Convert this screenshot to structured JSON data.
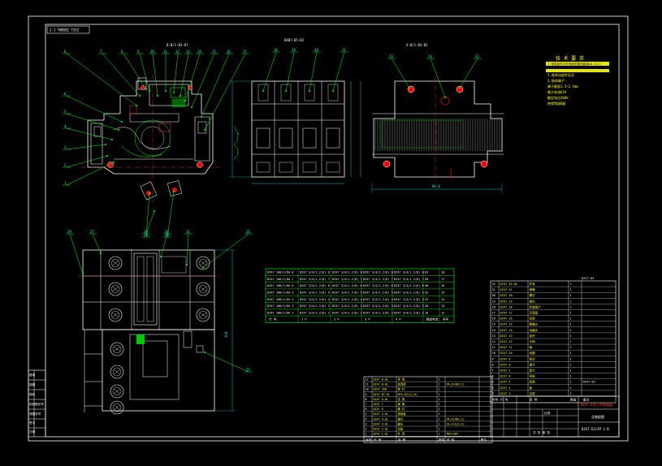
{
  "drawing": {
    "code_box": "2-1 TWBSB2 T2G2",
    "colors": {
      "background": "#000000",
      "frame": "#ffffff",
      "cyan": "#00ffff",
      "green": "#00ff00",
      "yellow": "#ffff00",
      "red": "#ff0000",
      "magenta": "#ff00ff",
      "blue": "#4040ff"
    }
  },
  "views": {
    "view1_title": "B-B/1-B3-07",
    "view2_title": "B4B7-B5-B2",
    "view3_title": "A-B/1-B3-B2"
  },
  "balloons_top": [
    "8",
    "7",
    "8",
    "9",
    "10",
    "11",
    "12",
    "13",
    "14",
    "15",
    "16",
    "17"
  ],
  "balloons_left": [
    "6",
    "5",
    "4",
    "3",
    "2",
    "1"
  ],
  "balloons_view2": [
    "18",
    "19",
    "20",
    "21"
  ],
  "balloons_view3": [
    "23",
    "24",
    "22"
  ],
  "balloons_bottom": [
    "29",
    "27",
    "28",
    "30",
    "31",
    "26"
  ],
  "balloons_view4_right": [
    "25"
  ],
  "balloons_view1_bottom": [
    "28",
    "29"
  ],
  "tech_requirements": {
    "title": "技 术 要 求",
    "lines": [
      "1.带电部件与外壳间的爬电距离≥6.3(2)",
      "2.各转动部件灵活",
      "3.接线端子:",
      "  端子截面1.5~2.5mm",
      "  最大电流63A",
      "  额定电压400V",
      "  绝缘等级B级"
    ]
  },
  "dims": {
    "view4_height": "104",
    "view3_width": "94.8"
  },
  "middle_table": {
    "rows": [
      [
        "DZ47 100/1/6A 8",
        "DZ47 3/4/1.2(D) 8",
        "DZ47 3/4/1.2(D) 8",
        "DZ47 3/4/1.2(D) 8",
        "DZ47 3/4/1.2(D) 8",
        "63",
        "18"
      ],
      [
        "DZ47 100/1/6A 7",
        "DZ47 3/4/1.2(D) 7",
        "DZ47 3/4/1.2(D) 7",
        "DZ47 3/4/1.2(D) 7",
        "DZ47 3/4/1.2(D) 7",
        "50",
        "17"
      ],
      [
        "DZ47 100/1/6A 6",
        "DZ47 3/4/1.2(D) 6",
        "DZ47 3/4/1.2(D) 6",
        "DZ47 3/4/1.2(D) 6",
        "DZ47 3/4/1.2(D) 6",
        "40",
        "16"
      ],
      [
        "DZ47 100/1/6A 5",
        "DZ47 3/4/1.2(D) 5",
        "DZ47 3/4/1.2(D) 5",
        "DZ47 3/4/1.2(D) 5",
        "DZ47 3/4/1.2(D) 5",
        "32",
        "15"
      ],
      [
        "DZ47 100/1/6A 4",
        "DZ47 3/4/1.2(D) 4",
        "DZ47 3/4/1.2(D) 4",
        "DZ47 3/4/1.2(D) 4",
        "DZ47 3/4/1.2(D) 4",
        "25",
        "14"
      ],
      [
        "DZ47 100/1/6A 3",
        "DZ47 3/4/1.2(D) 3",
        "DZ47 3/4/1.2(D) 3",
        "DZ47 3/4/1.2(D) 3",
        "DZ47 3/4/1.2(D) 3",
        "20",
        "13"
      ],
      [
        "DZ47 100/1/6A 2",
        "DZ47 3/4/1.2(D) 2",
        "DZ47 3/4/1.2(D) 2",
        "DZ47 3/4/1.2(D) 2",
        "DZ47 3/4/1.2(D) 2",
        "16",
        "12"
      ]
    ],
    "header": [
      "代 号",
      "1 P",
      "2 P",
      "3 P",
      "4 P",
      "额定电流",
      "序号"
    ]
  },
  "right_parts_list": {
    "header": [
      "序号",
      "代 号",
      "名 称",
      "数量",
      "备注"
    ],
    "title_cell": "DZ47-63",
    "rows": [
      [
        "32",
        "DZ47 32-0L",
        "外壳",
        "1",
        ""
      ],
      [
        "31",
        "DZ47 31",
        "弹簧",
        "1",
        ""
      ],
      [
        "30",
        "DZ47 30",
        "螺钉",
        "1",
        ""
      ],
      [
        "19",
        "DZ47 19",
        "锁扣",
        "1",
        ""
      ],
      [
        "18",
        "DZ47 18",
        "双金属片",
        "1",
        ""
      ],
      [
        "17",
        "DZ47 17",
        "灭弧室",
        "1",
        ""
      ],
      [
        "16",
        "DZ47 16",
        "衔铁",
        "1",
        ""
      ],
      [
        "15",
        "DZ47 15",
        "静触头",
        "1",
        ""
      ],
      [
        "14",
        "DZ47 14",
        "动触头",
        "1",
        ""
      ],
      [
        "13",
        "DZ47 13",
        "连杆",
        "1",
        ""
      ],
      [
        "12",
        "DZ47 12",
        "手柄",
        "1",
        ""
      ],
      [
        "11",
        "DZ47 11",
        "轴",
        "1",
        ""
      ],
      [
        "10",
        "DZ47 10",
        "线圈",
        "1",
        ""
      ],
      [
        "9",
        "DZ47 9",
        "铁芯",
        "1",
        ""
      ],
      [
        "8",
        "DZ47 8",
        "端子",
        "1",
        ""
      ],
      [
        "7",
        "DZ47 7",
        "垫片",
        "1",
        ""
      ],
      [
        "6",
        "DZ47 6",
        "导板",
        "1",
        ""
      ],
      [
        "5",
        "DZ47 5",
        "底座",
        "1",
        "DZ47-63"
      ],
      [
        "4",
        "DZ47 4",
        "盖",
        "1",
        ""
      ],
      [
        "3",
        "DZ47 3",
        "支架",
        "1",
        ""
      ]
    ]
  },
  "bottom_parts_list": {
    "rows": [
      [
        "12",
        "DZ47 8-0L",
        "导 线",
        "1",
        "",
        ""
      ],
      [
        "11",
        "DZ47 8-0L",
        "软连接",
        "1",
        "PA,D(HB)(2)",
        ""
      ],
      [
        "10",
        "DZ47 26B",
        "铆 钉",
        "1",
        "",
        ""
      ],
      [
        "9",
        "DZ47 B7-0L",
        "RP4-DZ(2)(H)",
        "1",
        "",
        ""
      ],
      [
        "8",
        "DZ47 8-0L",
        "支 架",
        "1",
        "",
        ""
      ],
      [
        "7",
        "DZ47 7",
        "弹 簧",
        "1",
        "",
        ""
      ],
      [
        "6",
        "DZ47 6",
        "螺 钉",
        "1",
        "",
        ""
      ],
      [
        "5",
        "DZ47 5-0L",
        "绝缘板",
        "1",
        "",
        ""
      ],
      [
        "4",
        "DZ47 4-0L",
        "推杆",
        "1",
        "PA,D(HB)(2)",
        ""
      ],
      [
        "3",
        "DZ47 3-0L",
        "触头",
        "1",
        "Hx,A(bJ)(2)",
        ""
      ],
      [
        "2",
        "DZ47 2-0L",
        "压板",
        "1",
        "",
        ""
      ],
      [
        "1",
        "DZ47 1-0L",
        "外 壳",
        "1",
        "PBT+30%",
        ""
      ]
    ],
    "header": [
      "序号",
      "代 号",
      "名 称",
      "数量",
      "材 料",
      "备注"
    ]
  },
  "title_block": {
    "name": "DZ47-63C小型断路器",
    "sub": "总装配图",
    "drawing_no": "DZ47-63/4P 1-B",
    "scale_label": "比例",
    "sheet_label": "共 张 第 张"
  },
  "side_block": {
    "labels": [
      "借用",
      "描图",
      "描校",
      "旧底图总号",
      "底图总号",
      "签字",
      "日期"
    ]
  }
}
